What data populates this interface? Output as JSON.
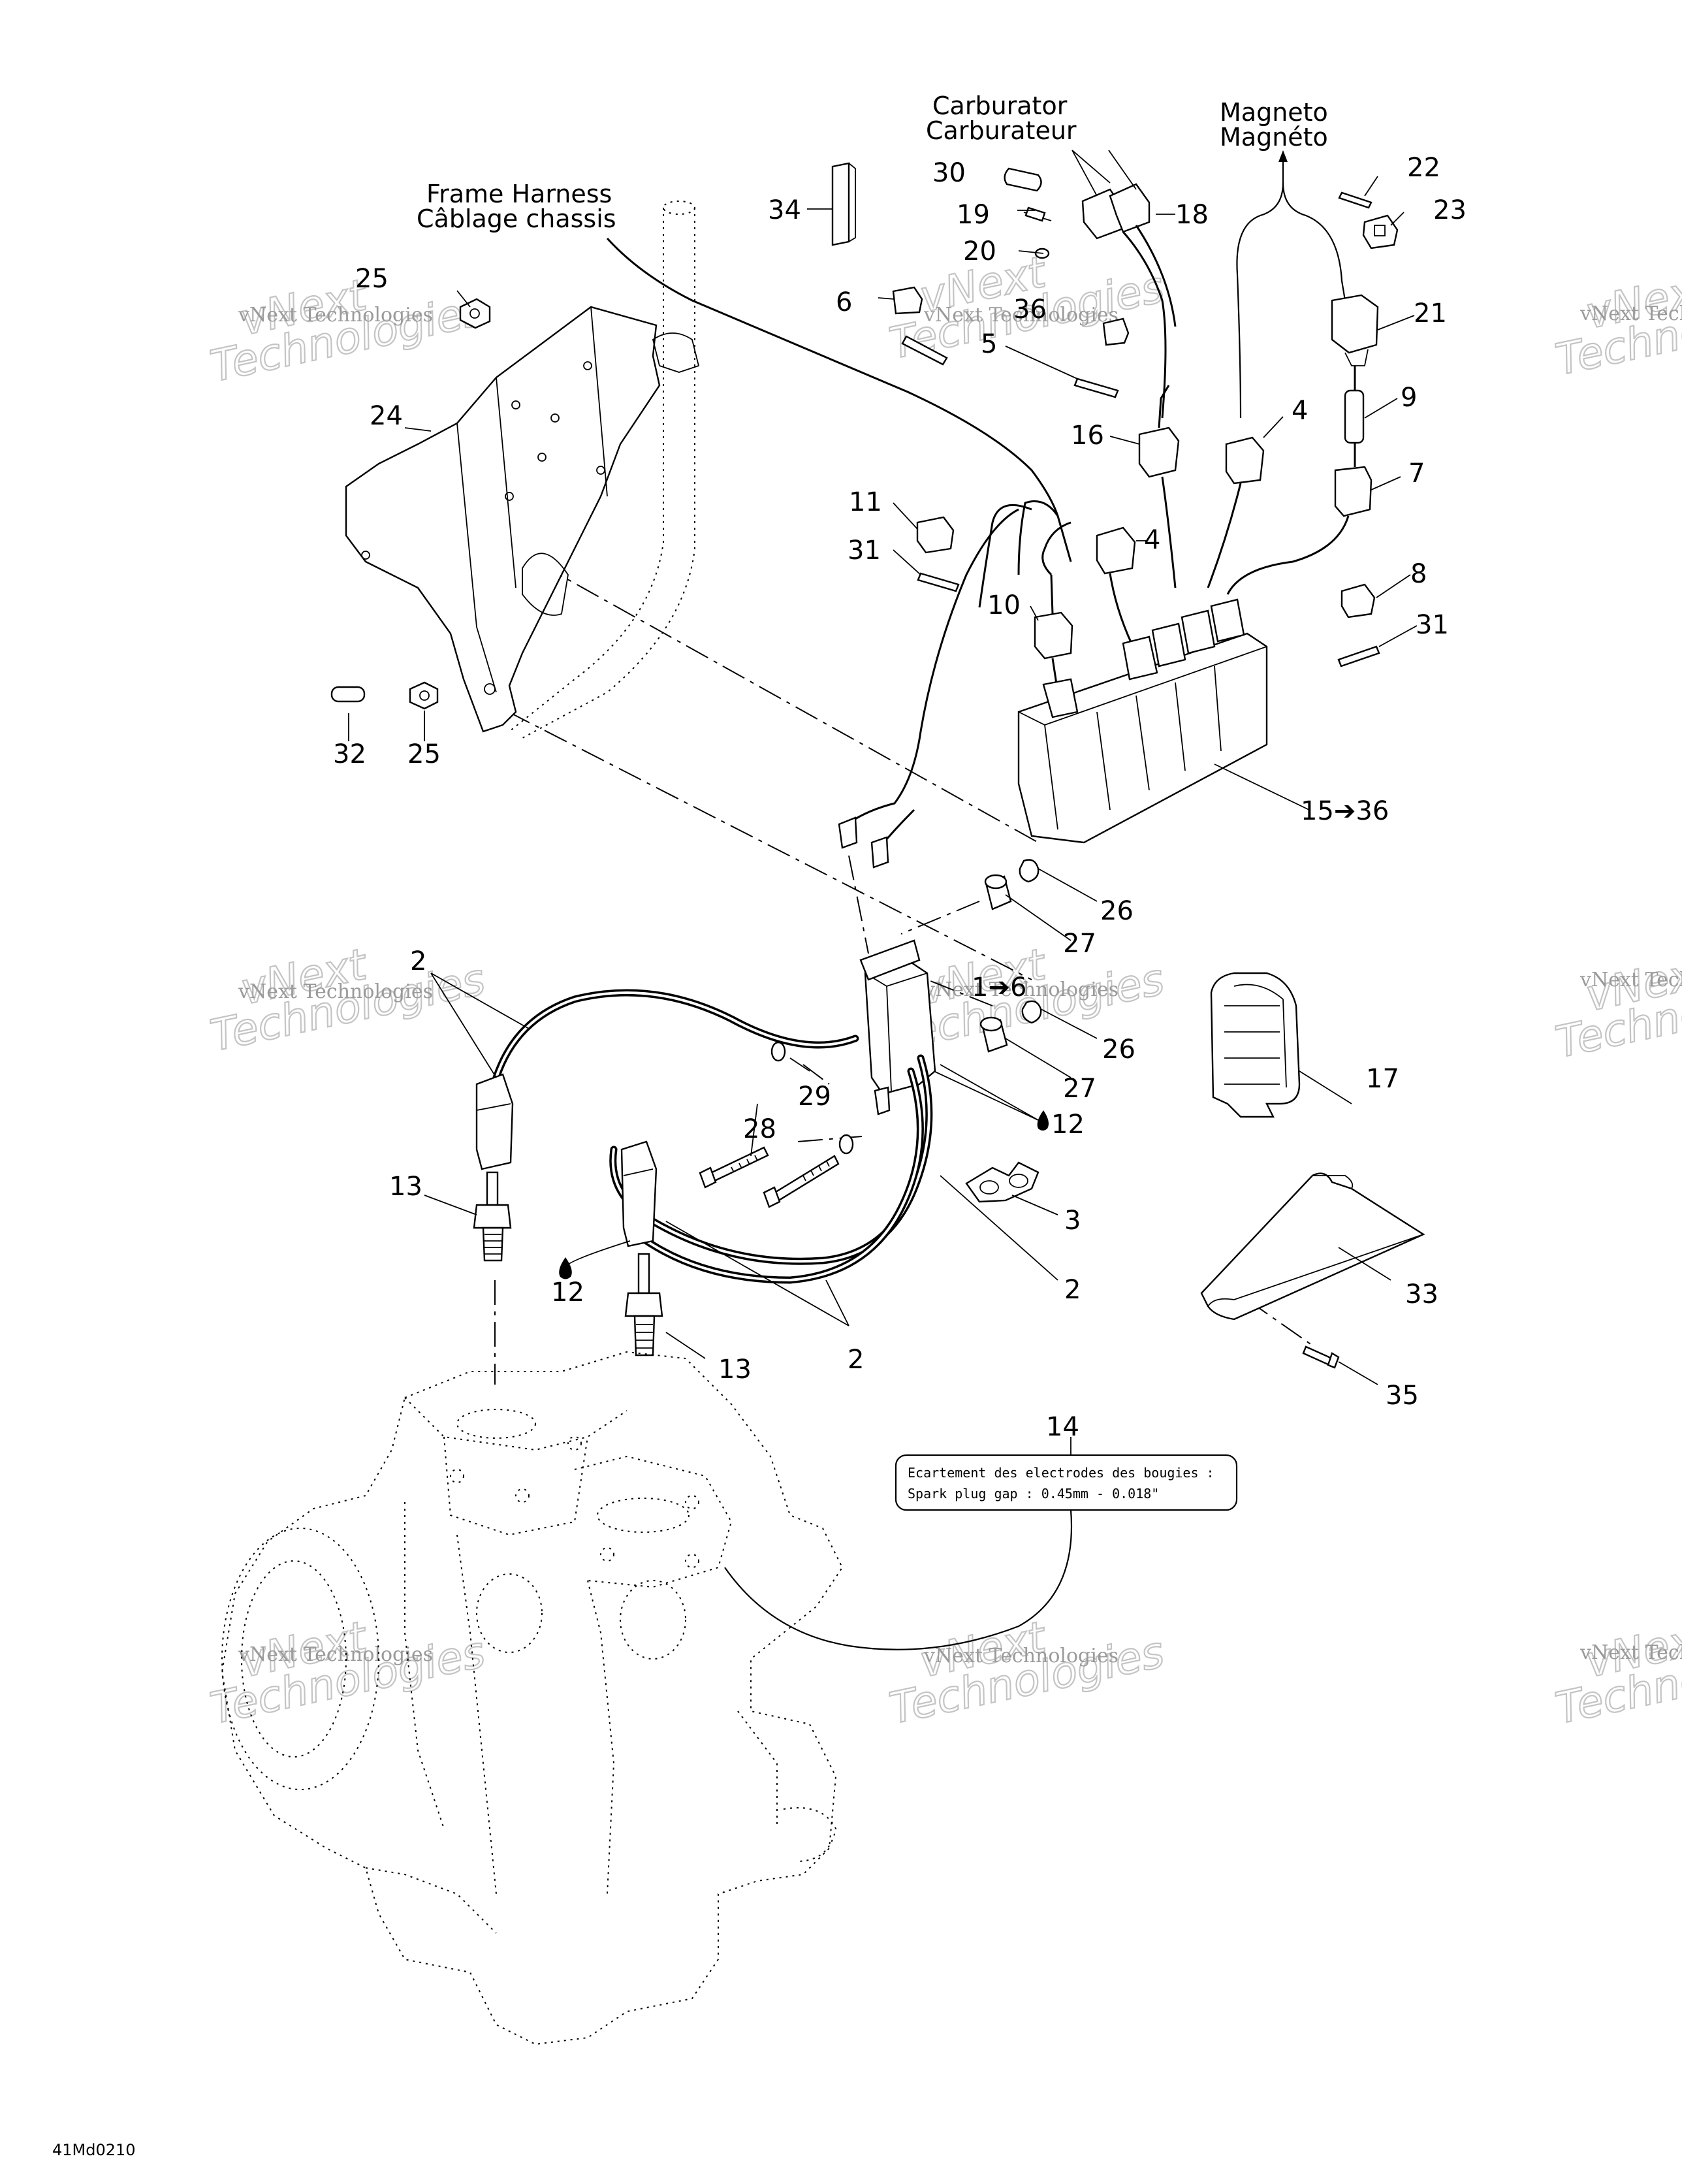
{
  "headings": {
    "frame_harness_en": "Frame Harness",
    "frame_harness_fr": "Câblage chassis",
    "carburator_en": "Carburator",
    "carburator_fr": "Carburateur",
    "magneto_en": "Magneto",
    "magneto_fr": "Magnéto"
  },
  "spark_note": {
    "line1": "Ecartement des electrodes des bougies :",
    "line2": "Spark plug gap :   0.45mm - 0.018\""
  },
  "drawing_code": "41Md0210",
  "watermark": {
    "text": "vNext Technologies",
    "word1": "vNext",
    "word2": "Technologies"
  },
  "callouts": [
    {
      "id": "c30",
      "text": "30"
    },
    {
      "id": "c19",
      "text": "19"
    },
    {
      "id": "c20",
      "text": "20"
    },
    {
      "id": "c18",
      "text": "18"
    },
    {
      "id": "c34",
      "text": "34"
    },
    {
      "id": "c22",
      "text": "22"
    },
    {
      "id": "c23",
      "text": "23"
    },
    {
      "id": "c25a",
      "text": "25"
    },
    {
      "id": "c6",
      "text": "6"
    },
    {
      "id": "c36",
      "text": "36"
    },
    {
      "id": "c5",
      "text": "5"
    },
    {
      "id": "c21",
      "text": "21"
    },
    {
      "id": "c24",
      "text": "24"
    },
    {
      "id": "c16",
      "text": "16"
    },
    {
      "id": "c4a",
      "text": "4"
    },
    {
      "id": "c9",
      "text": "9"
    },
    {
      "id": "c7",
      "text": "7"
    },
    {
      "id": "c11",
      "text": "11"
    },
    {
      "id": "c4b",
      "text": "4"
    },
    {
      "id": "c31a",
      "text": "31"
    },
    {
      "id": "c10",
      "text": "10"
    },
    {
      "id": "c8",
      "text": "8"
    },
    {
      "id": "c31b",
      "text": "31"
    },
    {
      "id": "c32",
      "text": "32"
    },
    {
      "id": "c25b",
      "text": "25"
    },
    {
      "id": "c15",
      "text": "15➔36"
    },
    {
      "id": "c26a",
      "text": "26"
    },
    {
      "id": "c27a",
      "text": "27"
    },
    {
      "id": "c2a",
      "text": "2"
    },
    {
      "id": "c1",
      "text": "1➔6"
    },
    {
      "id": "c26b",
      "text": "26"
    },
    {
      "id": "c27b",
      "text": "27"
    },
    {
      "id": "c17",
      "text": "17"
    },
    {
      "id": "c29",
      "text": "29"
    },
    {
      "id": "c28",
      "text": "28"
    },
    {
      "id": "c12a",
      "text": "12"
    },
    {
      "id": "c13a",
      "text": "13"
    },
    {
      "id": "c3",
      "text": "3"
    },
    {
      "id": "c12b",
      "text": "12"
    },
    {
      "id": "c2b",
      "text": "2"
    },
    {
      "id": "c33",
      "text": "33"
    },
    {
      "id": "c13b",
      "text": "13"
    },
    {
      "id": "c2c",
      "text": "2"
    },
    {
      "id": "c35",
      "text": "35"
    },
    {
      "id": "c14",
      "text": "14"
    }
  ]
}
